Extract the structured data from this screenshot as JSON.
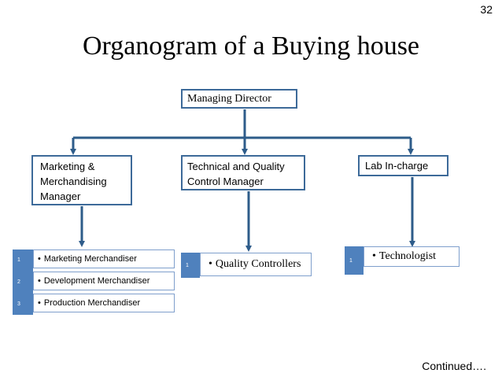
{
  "page_number": "32",
  "title": "Organogram of a Buying house",
  "nodes": {
    "managing_director": "Managing Director",
    "marketing_manager": "Marketing & Merchandising Manager",
    "qc_manager": "Technical and Quality Control Manager",
    "lab_incharge": "Lab In-charge"
  },
  "lists": {
    "marketing": [
      {
        "num": "1",
        "label": "Marketing Merchandiser"
      },
      {
        "num": "2",
        "label": "Development Merchandiser"
      },
      {
        "num": "3",
        "label": "Production Merchandiser"
      }
    ],
    "qc": [
      {
        "num": "1",
        "label": "Quality Controllers"
      }
    ],
    "lab": [
      {
        "num": "1",
        "label": "Technologist"
      }
    ]
  },
  "footer": "Continued….",
  "colors": {
    "accent": "#4f81bd",
    "border": "#3d6a99",
    "connector": "#2e5c8a"
  }
}
